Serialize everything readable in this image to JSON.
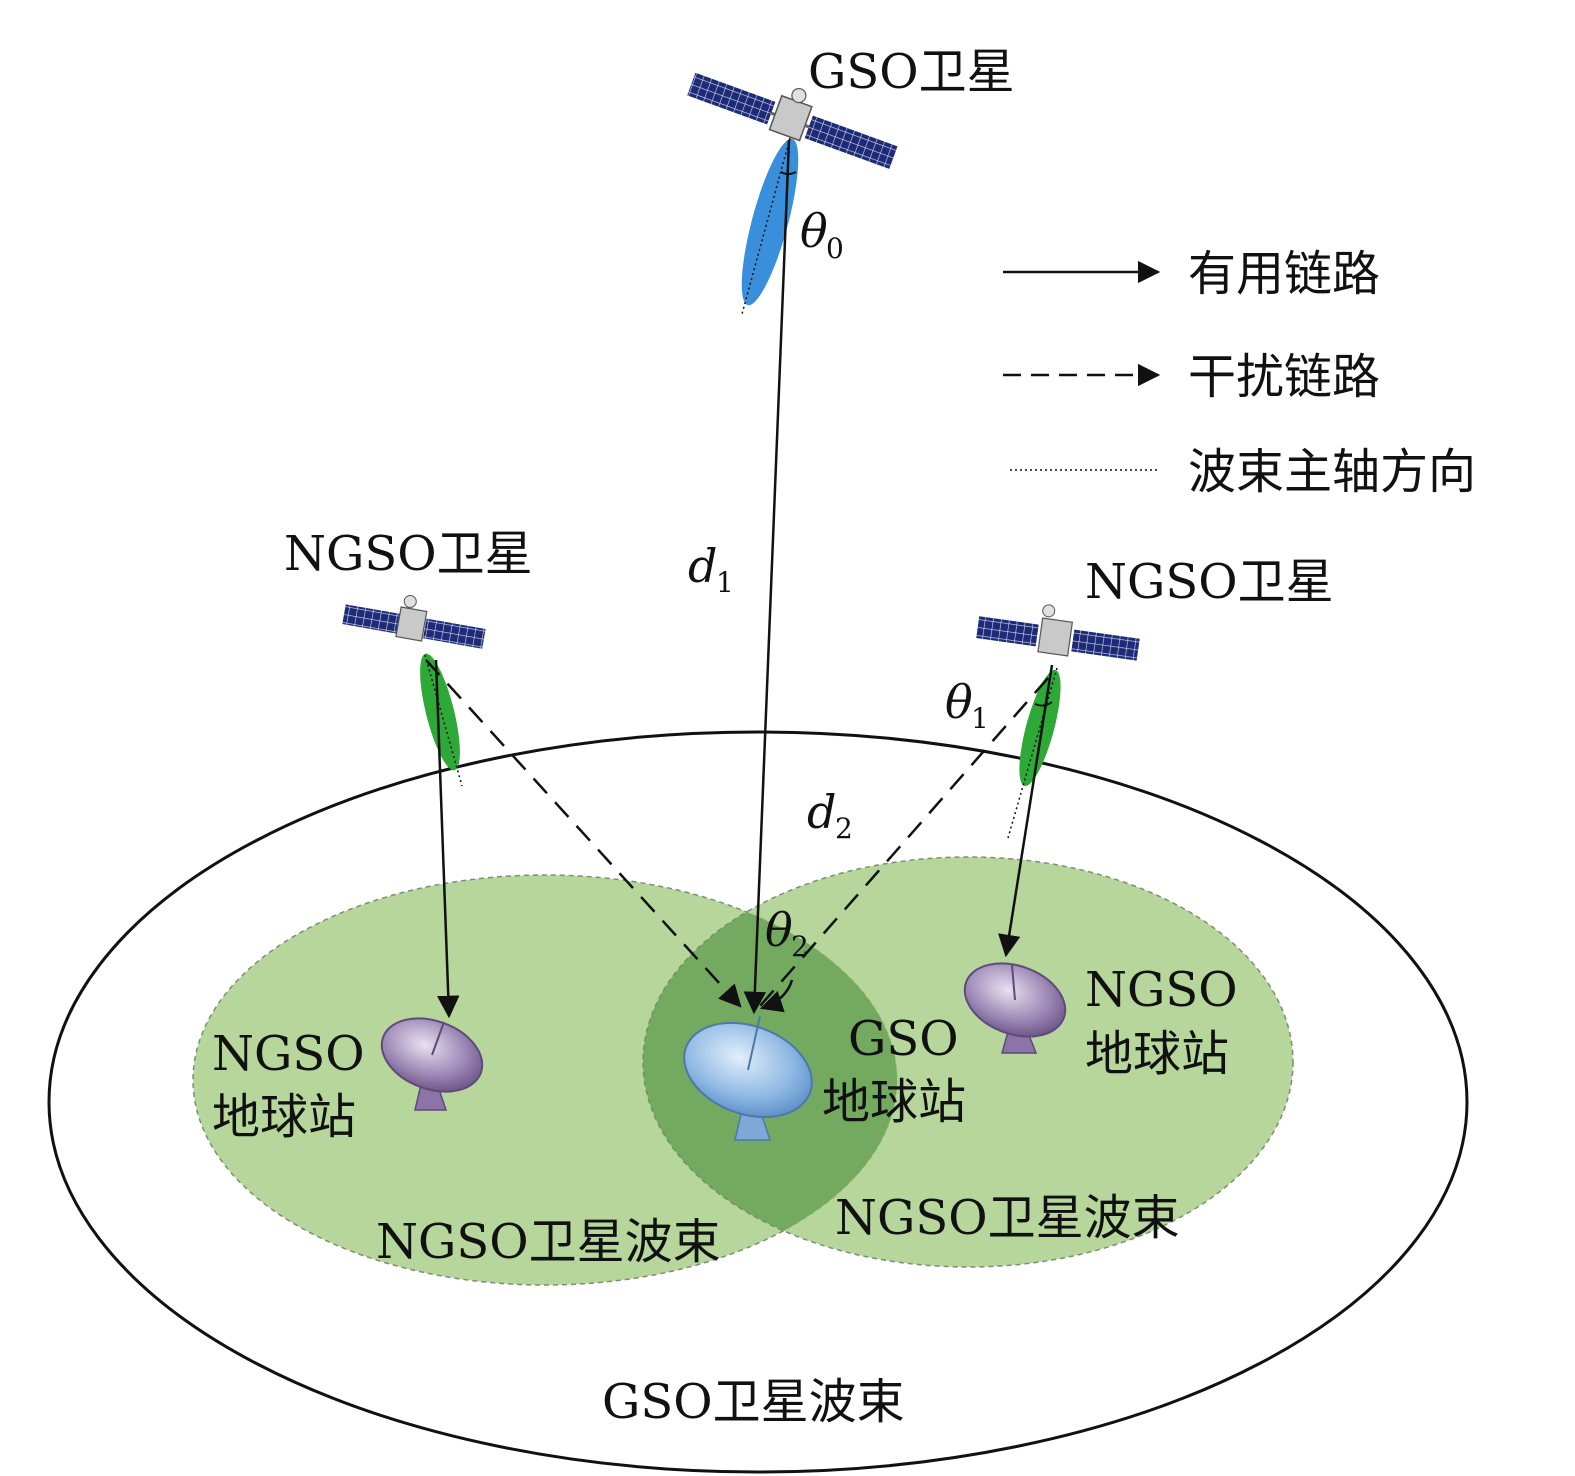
{
  "labels": {
    "gso_satellite": "GSO卫星",
    "ngso_satellite_left": "NGSO卫星",
    "ngso_satellite_right": "NGSO卫星",
    "gso_beam": "GSO卫星波束",
    "ngso_beam_left": "NGSO卫星波束",
    "ngso_beam_right": "NGSO卫星波束",
    "ngso_station_left_line1": "NGSO",
    "ngso_station_left_line2": "地球站",
    "ngso_station_right_line1": "NGSO",
    "ngso_station_right_line2": "地球站",
    "gso_station_line1": "GSO",
    "gso_station_line2": "地球站"
  },
  "symbols": {
    "theta0": "θ",
    "theta0_sub": "0",
    "theta1": "θ",
    "theta1_sub": "1",
    "theta2": "θ",
    "theta2_sub": "2",
    "d1": "d",
    "d1_sub": "1",
    "d2": "d",
    "d2_sub": "2"
  },
  "legend": {
    "useful_link": "有用链路",
    "interference_link": "干扰链路",
    "beam_axis": "波束主轴方向"
  },
  "colors": {
    "gso_lobe": "#3a8fdc",
    "ngso_lobe": "#2ea836",
    "ngso_beam_fill": "#a9cf8a",
    "overlap_fill": "#6fa75a",
    "ngso_dish": "#9b86b5",
    "gso_dish": "#8fb9e4",
    "solar_panel": "#1c2a78"
  }
}
